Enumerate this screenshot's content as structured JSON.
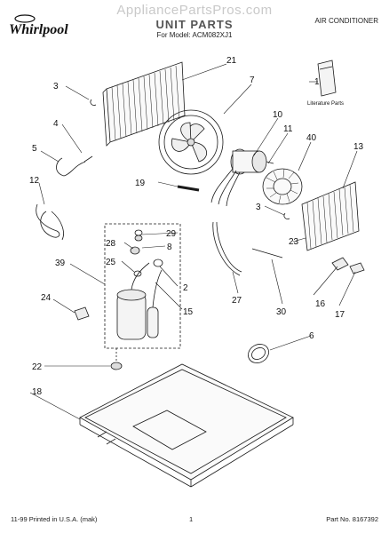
{
  "header": {
    "watermark": "AppliancePartsPros.com",
    "brand": "Whirlpool",
    "title": "UNIT PARTS",
    "model_line": "For Model: ACM082XJ1",
    "section": "AIR CONDITIONER"
  },
  "callouts": [
    "1",
    "2",
    "3",
    "3",
    "4",
    "5",
    "6",
    "7",
    "8",
    "10",
    "11",
    "12",
    "13",
    "15",
    "16",
    "17",
    "18",
    "19",
    "21",
    "22",
    "23",
    "24",
    "25",
    "27",
    "28",
    "29",
    "30",
    "39",
    "40"
  ],
  "literature_label": "Literature Parts",
  "footer": {
    "printed": "11-99 Printed in U.S.A. (mak)",
    "page": "1",
    "part_no": "Part No. 8167392"
  }
}
